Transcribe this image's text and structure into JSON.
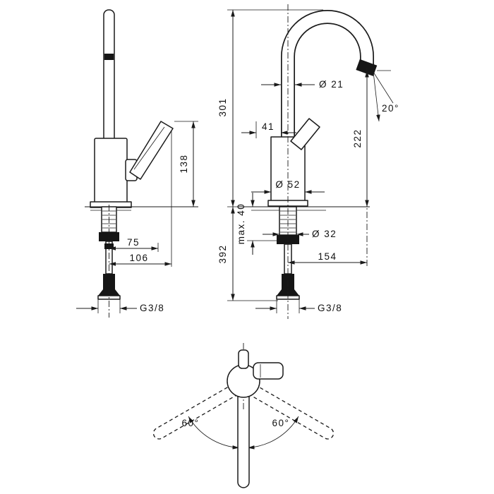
{
  "drawing": {
    "side_view": {
      "dim_138": "138",
      "dim_75": "75",
      "dim_106": "106",
      "thread_label": "G3/8"
    },
    "front_view": {
      "dim_301": "301",
      "dia_21": "Ø 21",
      "angle_20": "20°",
      "dim_41": "41",
      "dim_222": "222",
      "dia_52": "Ø 52",
      "dim_392": "392",
      "max_40": "max. 40",
      "dia_32": "Ø 32",
      "dim_154": "154",
      "thread_label": "G3/8"
    },
    "top_view": {
      "angle_left": "60°",
      "angle_right": "60°"
    },
    "colors": {
      "line": "#1a1a1a",
      "background": "#ffffff"
    }
  }
}
